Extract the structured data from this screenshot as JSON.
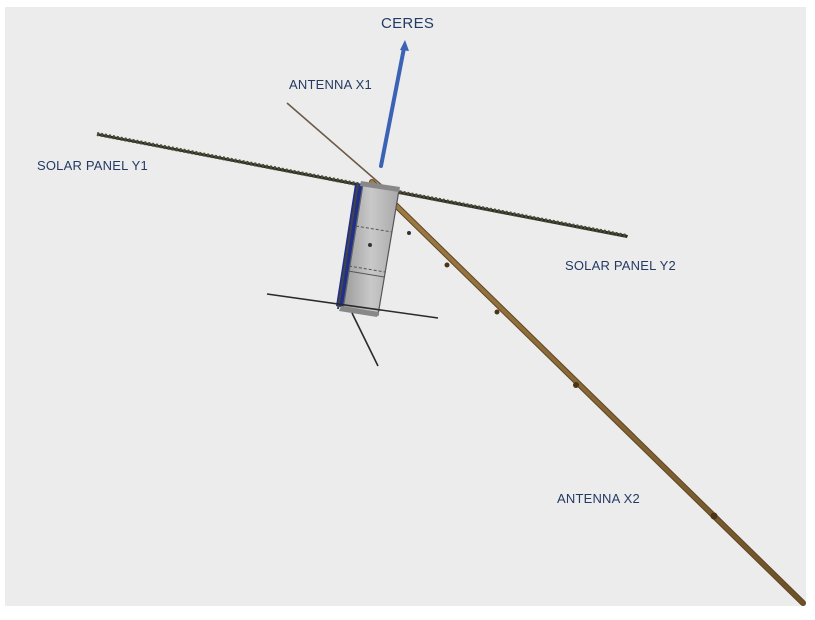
{
  "labels": {
    "ceres": "CERES",
    "antenna_x1": "ANTENNA X1",
    "solar_panel_y1": "SOLAR PANEL Y1",
    "solar_panel_y2": "SOLAR PANEL Y2",
    "antenna_x2": "ANTENNA X2"
  },
  "colors": {
    "background": "#ececec",
    "label_text": "#243a63",
    "ceres_arrow": "#3a63b5",
    "antenna": "#8a6a3a",
    "solar_panel": "#2b2b22",
    "bus_body": "#b8b8b8",
    "bus_side_panel": "#1f2f8a"
  }
}
